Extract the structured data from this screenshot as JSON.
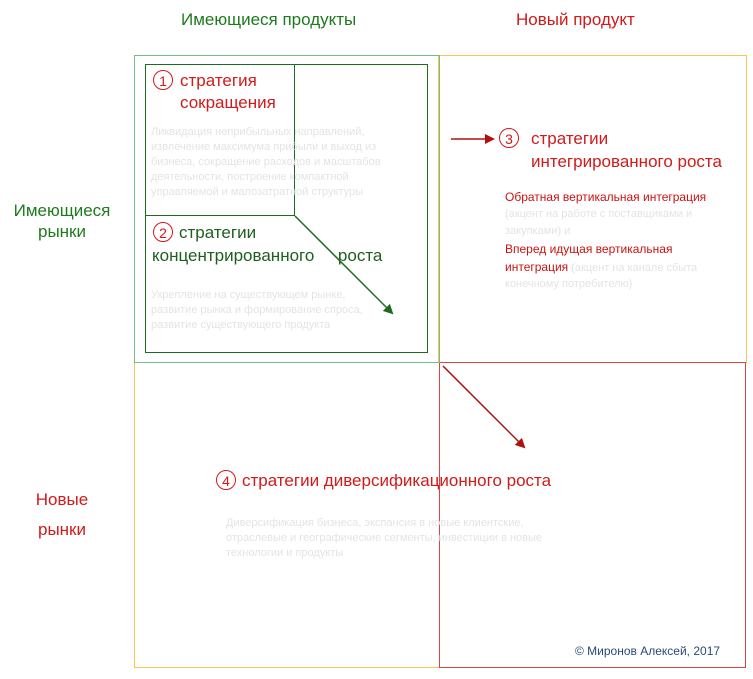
{
  "headers": {
    "existing_products": "Имеющиеся продукты",
    "new_product": "Новый продукт",
    "existing_markets_line1": "Имеющиеся",
    "existing_markets_line2": "рынки",
    "new_markets_line1": "Новые",
    "new_markets_line2": "рынки"
  },
  "strategies": [
    {
      "number": "1",
      "title_line1": "стратегия",
      "title_line2": "сокращения",
      "description": "Ликвидация неприбыльных направлений, извлечение максимума прибыли и выход из бизнеса, сокращение расходов и масштабов деятельности, построение компактной управляемой и малозатратной структуры"
    },
    {
      "number": "2",
      "title_line1": "стратегии",
      "title_line2": "концентрированного     роста",
      "description": "Укрепление на существующем рынке, развитие рынка и формирование спроса, развитие существующего продукта"
    },
    {
      "number": "3",
      "title_line1": "стратегии",
      "title_line2": "интегрированного роста",
      "backward_label": "Обратная вертикальная интеграция",
      "backward_desc": "(акцент на работе с поставщиками и закупками) и",
      "forward_label_line1": "Вперед идущая вертикальная",
      "forward_label_line2": "интеграция",
      "forward_desc_inline": " (акцент на канале сбыта",
      "forward_desc_line2": "конечному потребителю)"
    },
    {
      "number": "4",
      "title": "стратегии диверсификационного роста",
      "description": "Диверсификация бизнеса, экспансия в новые клиентские, отраслевые и географические сегменты, инвестиции в новые технологии и продукты"
    }
  ],
  "copyright": "© Миронов Алексей, 2017",
  "colors": {
    "green": "#1e7a1e",
    "light_green": "#6cc28a",
    "red": "#d11a1a",
    "yellow": "#f2c94c",
    "dark_red": "#b01010"
  }
}
